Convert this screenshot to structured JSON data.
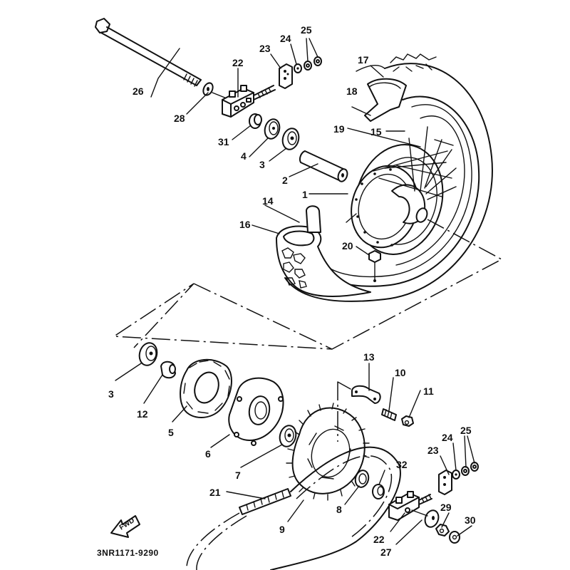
{
  "diagram": {
    "title": "Rear wheel exploded parts diagram",
    "drawing_code": "3NR1171-9290",
    "direction_marker": "FWD",
    "colors": {
      "line": "#111111",
      "background": "#ffffff"
    }
  },
  "callouts": [
    {
      "id": "c26",
      "label": "26",
      "part": "rear axle"
    },
    {
      "id": "c28",
      "label": "28",
      "part": "washer"
    },
    {
      "id": "c22a",
      "label": "22",
      "part": "chain puller (left)"
    },
    {
      "id": "c23a",
      "label": "23",
      "part": "adjuster plate (left)"
    },
    {
      "id": "c24a",
      "label": "24",
      "part": "washer (left)"
    },
    {
      "id": "c25a",
      "label": "25",
      "part": "nuts (left)"
    },
    {
      "id": "c31",
      "label": "31",
      "part": "collar"
    },
    {
      "id": "c4",
      "label": "4",
      "part": "oil seal"
    },
    {
      "id": "c3a",
      "label": "3",
      "part": "bearing (left)"
    },
    {
      "id": "c2",
      "label": "2",
      "part": "spacer"
    },
    {
      "id": "c17",
      "label": "17",
      "part": "tire"
    },
    {
      "id": "c18",
      "label": "18",
      "part": "rim band"
    },
    {
      "id": "c19",
      "label": "19",
      "part": "spoke set"
    },
    {
      "id": "c15",
      "label": "15",
      "part": "rim"
    },
    {
      "id": "c1",
      "label": "1",
      "part": "rear hub / brake disc"
    },
    {
      "id": "c14",
      "label": "14",
      "part": "inner tube"
    },
    {
      "id": "c16",
      "label": "16",
      "part": "tire"
    },
    {
      "id": "c20",
      "label": "20",
      "part": "valve nut"
    },
    {
      "id": "c3b",
      "label": "3",
      "part": "bearing (right)"
    },
    {
      "id": "c12",
      "label": "12",
      "part": "collar"
    },
    {
      "id": "c5",
      "label": "5",
      "part": "clutch hub damper"
    },
    {
      "id": "c6",
      "label": "6",
      "part": "clutch hub"
    },
    {
      "id": "c7",
      "label": "7",
      "part": "bearing"
    },
    {
      "id": "c13",
      "label": "13",
      "part": "lock washer"
    },
    {
      "id": "c10",
      "label": "10",
      "part": "stud bolt"
    },
    {
      "id": "c11",
      "label": "11",
      "part": "nut"
    },
    {
      "id": "c21",
      "label": "21",
      "part": "drive chain"
    },
    {
      "id": "c9",
      "label": "9",
      "part": "driven sprocket"
    },
    {
      "id": "c8",
      "label": "8",
      "part": "oil seal"
    },
    {
      "id": "c32",
      "label": "32",
      "part": "collar"
    },
    {
      "id": "c23b",
      "label": "23",
      "part": "adjuster plate (right)"
    },
    {
      "id": "c24b",
      "label": "24",
      "part": "washer (right)"
    },
    {
      "id": "c25b",
      "label": "25",
      "part": "nuts (right)"
    },
    {
      "id": "c22b",
      "label": "22",
      "part": "chain puller (right)"
    },
    {
      "id": "c29",
      "label": "29",
      "part": "nut"
    },
    {
      "id": "c30",
      "label": "30",
      "part": "nut"
    },
    {
      "id": "c27",
      "label": "27",
      "part": "washer"
    }
  ]
}
